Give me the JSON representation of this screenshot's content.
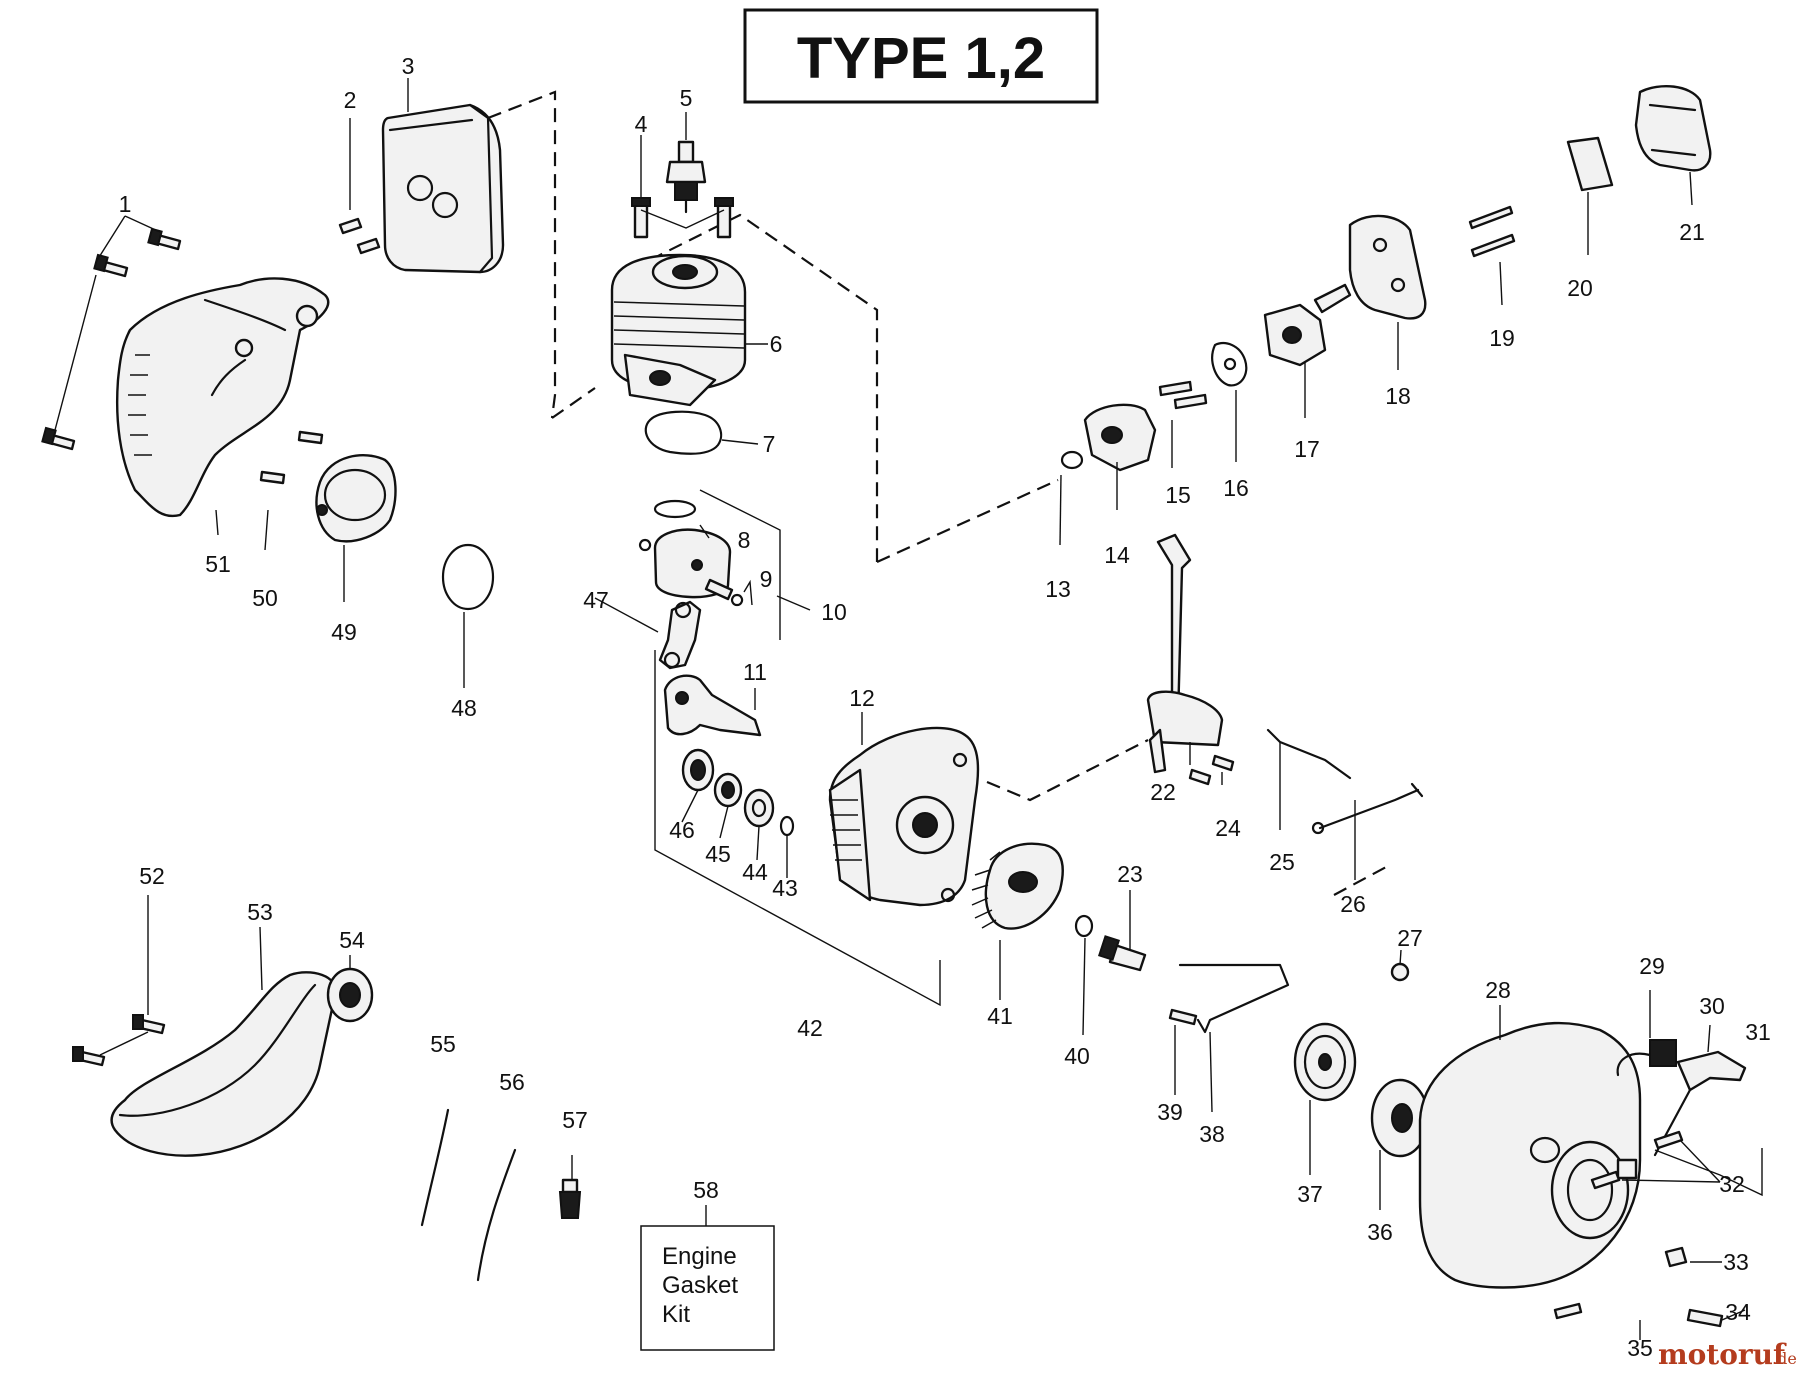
{
  "title": "TYPE 1,2",
  "kit": {
    "line1": "Engine",
    "line2": "Gasket",
    "line3": "Kit"
  },
  "watermark": {
    "brand": "motoruf",
    "suffix": ".de"
  },
  "part_numbers": {
    "p1": "1",
    "p2": "2",
    "p3": "3",
    "p4": "4",
    "p5": "5",
    "p6": "6",
    "p7": "7",
    "p8": "8",
    "p9": "9",
    "p10": "10",
    "p11": "11",
    "p12": "12",
    "p13": "13",
    "p14": "14",
    "p15": "15",
    "p16": "16",
    "p17": "17",
    "p18": "18",
    "p19": "19",
    "p20": "20",
    "p21": "21",
    "p22": "22",
    "p23": "23",
    "p24": "24",
    "p25": "25",
    "p26": "26",
    "p27": "27",
    "p28": "28",
    "p29": "29",
    "p30": "30",
    "p31": "31",
    "p32": "32",
    "p33": "33",
    "p34": "34",
    "p35": "35",
    "p36": "36",
    "p37": "37",
    "p38": "38",
    "p39": "39",
    "p40": "40",
    "p41": "41",
    "p42": "42",
    "p43": "43",
    "p44": "44",
    "p45": "45",
    "p46": "46",
    "p47": "47",
    "p48": "48",
    "p49": "49",
    "p50": "50",
    "p51": "51",
    "p52": "52",
    "p53": "53",
    "p54": "54",
    "p55": "55",
    "p56": "56",
    "p57": "57",
    "p58": "58"
  }
}
